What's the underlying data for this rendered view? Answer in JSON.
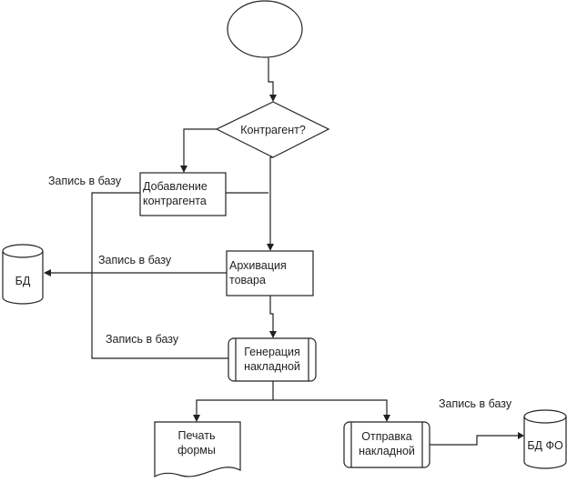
{
  "nodes": {
    "start": {
      "label": ""
    },
    "decision": {
      "label": "Контрагент?"
    },
    "add_contractor": {
      "line1": "Добавление",
      "line2": "контрагента"
    },
    "archive_goods": {
      "line1": "Архивация",
      "line2": "товара"
    },
    "generate_invoice": {
      "line1": "Генерация",
      "line2": "накладной"
    },
    "print_form": {
      "line1": "Печать",
      "line2": "формы"
    },
    "send_invoice": {
      "line1": "Отправка",
      "line2": "накладной"
    },
    "db": {
      "label": "БД"
    },
    "db_fo": {
      "label": "БД ФО"
    }
  },
  "edge_labels": {
    "write_1": "Запись в базу",
    "write_2": "Запись в базу",
    "write_3": "Запись в базу",
    "write_4": "Запись в базу"
  }
}
